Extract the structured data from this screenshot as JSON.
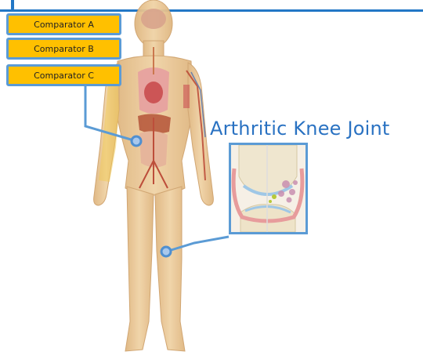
{
  "legend": {
    "items": [
      {
        "label": "Comparator A"
      },
      {
        "label": "Comparator B"
      },
      {
        "label": "Comparator C"
      }
    ]
  },
  "inset": {
    "title": "Arthritic Knee Joint"
  },
  "colors": {
    "accent": "#2277c6",
    "callout": "#5b9bd5",
    "button_fill": "#ffc000",
    "skin": "#e8c79a",
    "marker": "#5b9bd5"
  },
  "icons": {
    "body": "female-anatomy-figure",
    "knee": "knee-joint-cross-section"
  }
}
